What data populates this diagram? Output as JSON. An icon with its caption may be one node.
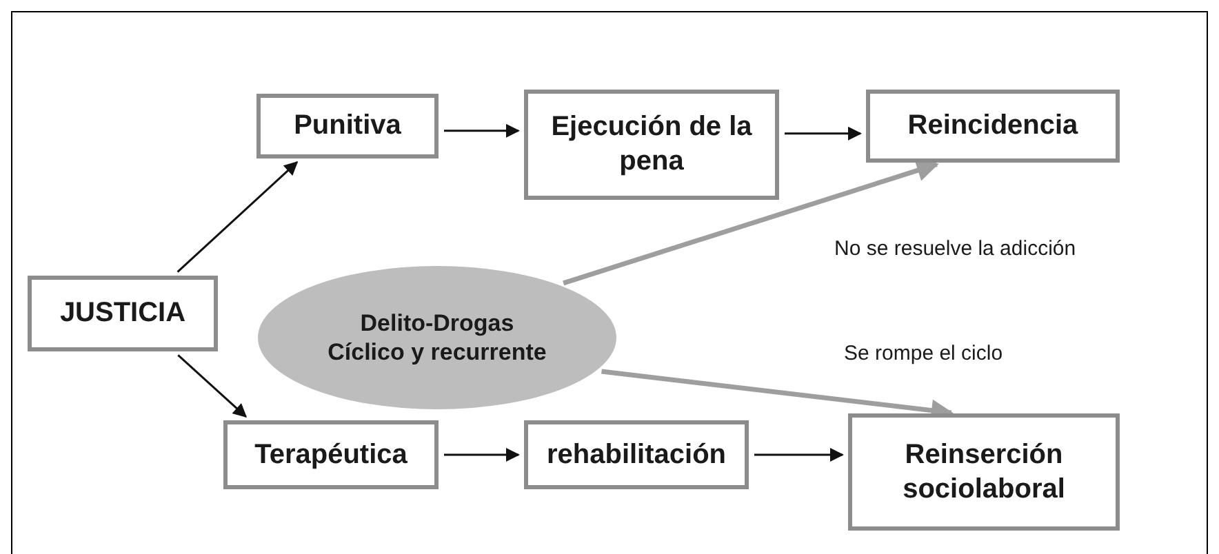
{
  "diagram": {
    "nodes": [
      {
        "text": [
          "JUSTICIA"
        ]
      },
      {
        "text": [
          "Punitiva"
        ]
      },
      {
        "text": [
          "Ejecución de la pena"
        ]
      },
      {
        "text": [
          "Reincidencia"
        ]
      },
      {
        "text": [
          "Delito-Drogas",
          "Cíclico y recurrente"
        ]
      },
      {
        "text": [
          "Terapéutica"
        ]
      },
      {
        "text": [
          "rehabilitación"
        ]
      },
      {
        "text": [
          "Reinserción sociolaboral"
        ]
      }
    ],
    "edges": [
      {
        "from": 0,
        "to": 1,
        "arrow": "to"
      },
      {
        "from": 0,
        "to": 5,
        "arrow": "to"
      },
      {
        "from": 1,
        "to": 2,
        "arrow": "to"
      },
      {
        "from": 2,
        "to": 3,
        "arrow": "to"
      },
      {
        "from": 5,
        "to": 6,
        "arrow": "to"
      },
      {
        "from": 6,
        "to": 7,
        "arrow": "to"
      },
      {
        "from": 4,
        "to": 3,
        "arrow": "to",
        "label": "No se resuelve la adicción",
        "style": "thick",
        "color": "#9e9e9e"
      },
      {
        "from": 4,
        "to": 7,
        "arrow": "to",
        "label": "Se rompe el ciclo",
        "style": "thick",
        "color": "#9e9e9e"
      }
    ]
  }
}
